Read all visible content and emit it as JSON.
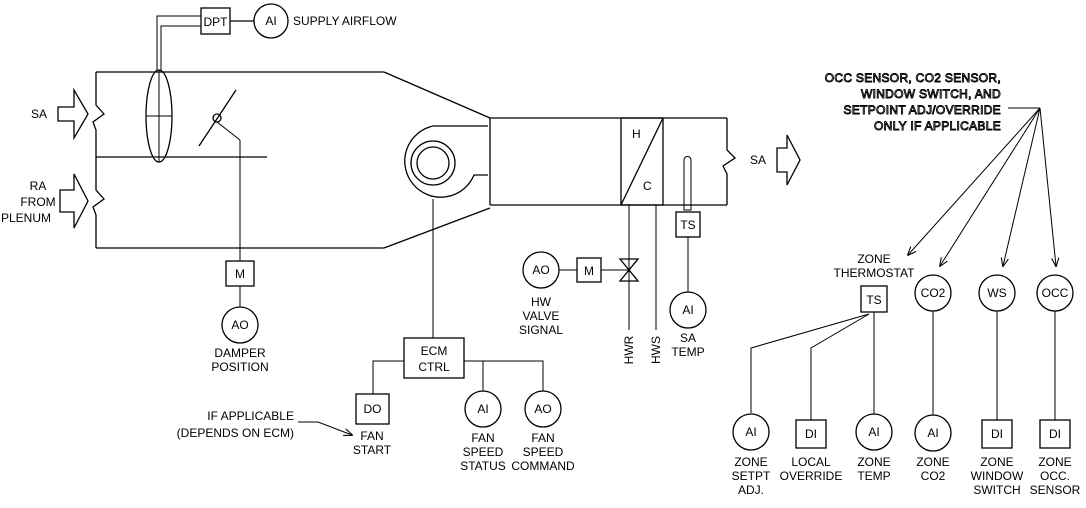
{
  "title_block": {
    "dpt_label": "DPT",
    "ai_label": "AI",
    "supply_airflow": "SUPPLY AIRFLOW"
  },
  "ahu": {
    "sa_in": "SA",
    "ra_line1": "RA",
    "ra_line2": "FROM",
    "ra_line3": "PLENUM",
    "sa_out": "SA",
    "coil_h": "H",
    "coil_c": "C",
    "ts_label": "TS",
    "hwr": "HWR",
    "hws": "HWS"
  },
  "damper": {
    "m_label": "M",
    "ao_label": "AO",
    "caption_line1": "DAMPER",
    "caption_line2": "POSITION"
  },
  "valve": {
    "ao_label": "AO",
    "m_label": "M",
    "caption_line1": "HW",
    "caption_line2": "VALVE",
    "caption_line3": "SIGNAL"
  },
  "sa_temp": {
    "ai_label": "AI",
    "caption_line1": "SA",
    "caption_line2": "TEMP"
  },
  "ecm": {
    "ctrl_line1": "ECM",
    "ctrl_line2": "CTRL",
    "do_label": "DO",
    "fan_start_line1": "FAN",
    "fan_start_line2": "START",
    "ai_label": "AI",
    "status_line1": "FAN",
    "status_line2": "SPEED",
    "status_line3": "STATUS",
    "ao_label": "AO",
    "command_line1": "FAN",
    "command_line2": "SPEED",
    "command_line3": "COMMAND",
    "note_line1": "IF APPLICABLE",
    "note_line2": "(DEPENDS ON ECM)"
  },
  "zone": {
    "note_line1": "OCC SENSOR, CO2 SENSOR,",
    "note_line2": "WINDOW SWITCH, AND",
    "note_line3": "SETPOINT ADJ/OVERRIDE",
    "note_line4": "ONLY IF APPLICABLE",
    "thermostat_line1": "ZONE",
    "thermostat_line2": "THERMOSTAT",
    "ts_label": "TS",
    "co2_label": "CO2",
    "ws_label": "WS",
    "occ_label": "OCC",
    "points": [
      {
        "tag": "AI",
        "line1": "ZONE",
        "line2": "SETPT",
        "line3": "ADJ."
      },
      {
        "tag": "DI",
        "line1": "LOCAL",
        "line2": "OVERRIDE",
        "line3": ""
      },
      {
        "tag": "AI",
        "line1": "ZONE",
        "line2": "TEMP",
        "line3": ""
      },
      {
        "tag": "AI",
        "line1": "ZONE",
        "line2": "CO2",
        "line3": ""
      },
      {
        "tag": "DI",
        "line1": "ZONE",
        "line2": "WINDOW",
        "line3": "SWITCH"
      },
      {
        "tag": "DI",
        "line1": "ZONE",
        "line2": "OCC.",
        "line3": "SENSOR"
      }
    ]
  }
}
